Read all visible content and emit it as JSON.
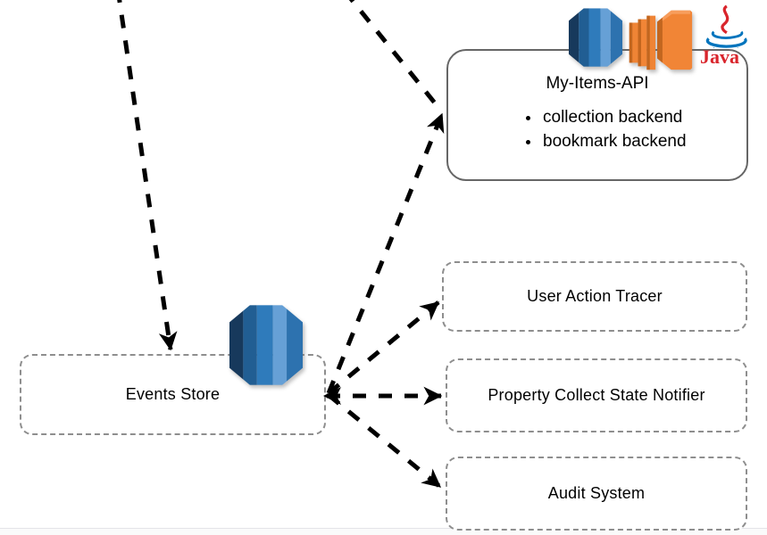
{
  "nodes": {
    "api": {
      "title": "My-Items-API",
      "bullets": [
        "collection backend",
        "bookmark backend"
      ],
      "icons": [
        {
          "name": "dynamodb-icon"
        },
        {
          "name": "ec2-compute-icon"
        },
        {
          "name": "java-icon",
          "label": "Java"
        }
      ]
    },
    "events_store": {
      "label": "Events Store",
      "icon": "dynamodb-icon"
    },
    "consumers": [
      {
        "label": "User Action Tracer"
      },
      {
        "label": "Property Collect State Notifier"
      },
      {
        "label": "Audit System"
      }
    ]
  },
  "connections": [
    {
      "from": "offscreen-top-left",
      "to": "Events Store",
      "style": "dashed",
      "arrowhead": "end"
    },
    {
      "from": "offscreen-top",
      "to": "My-Items-API",
      "style": "dashed",
      "arrowhead": "none"
    },
    {
      "from": "Events Store",
      "to": "My-Items-API",
      "style": "dashed",
      "arrowhead": "end"
    },
    {
      "from": "Events Store",
      "to": "User Action Tracer",
      "style": "dashed",
      "arrowhead": "end"
    },
    {
      "from": "Events Store",
      "to": "Property Collect State Notifier",
      "style": "dashed",
      "arrowhead": "both"
    },
    {
      "from": "Events Store",
      "to": "Audit System",
      "style": "dashed",
      "arrowhead": "end"
    }
  ],
  "colors": {
    "background": "#ffffff",
    "arrow": "#000000",
    "dashed_box_border": "#8e8e8e",
    "solid_box_border": "#666666",
    "dynamodb_blue": "#2f7bbb",
    "compute_orange": "#f18536",
    "java_red": "#d9252c",
    "java_blue": "#0074bd"
  }
}
